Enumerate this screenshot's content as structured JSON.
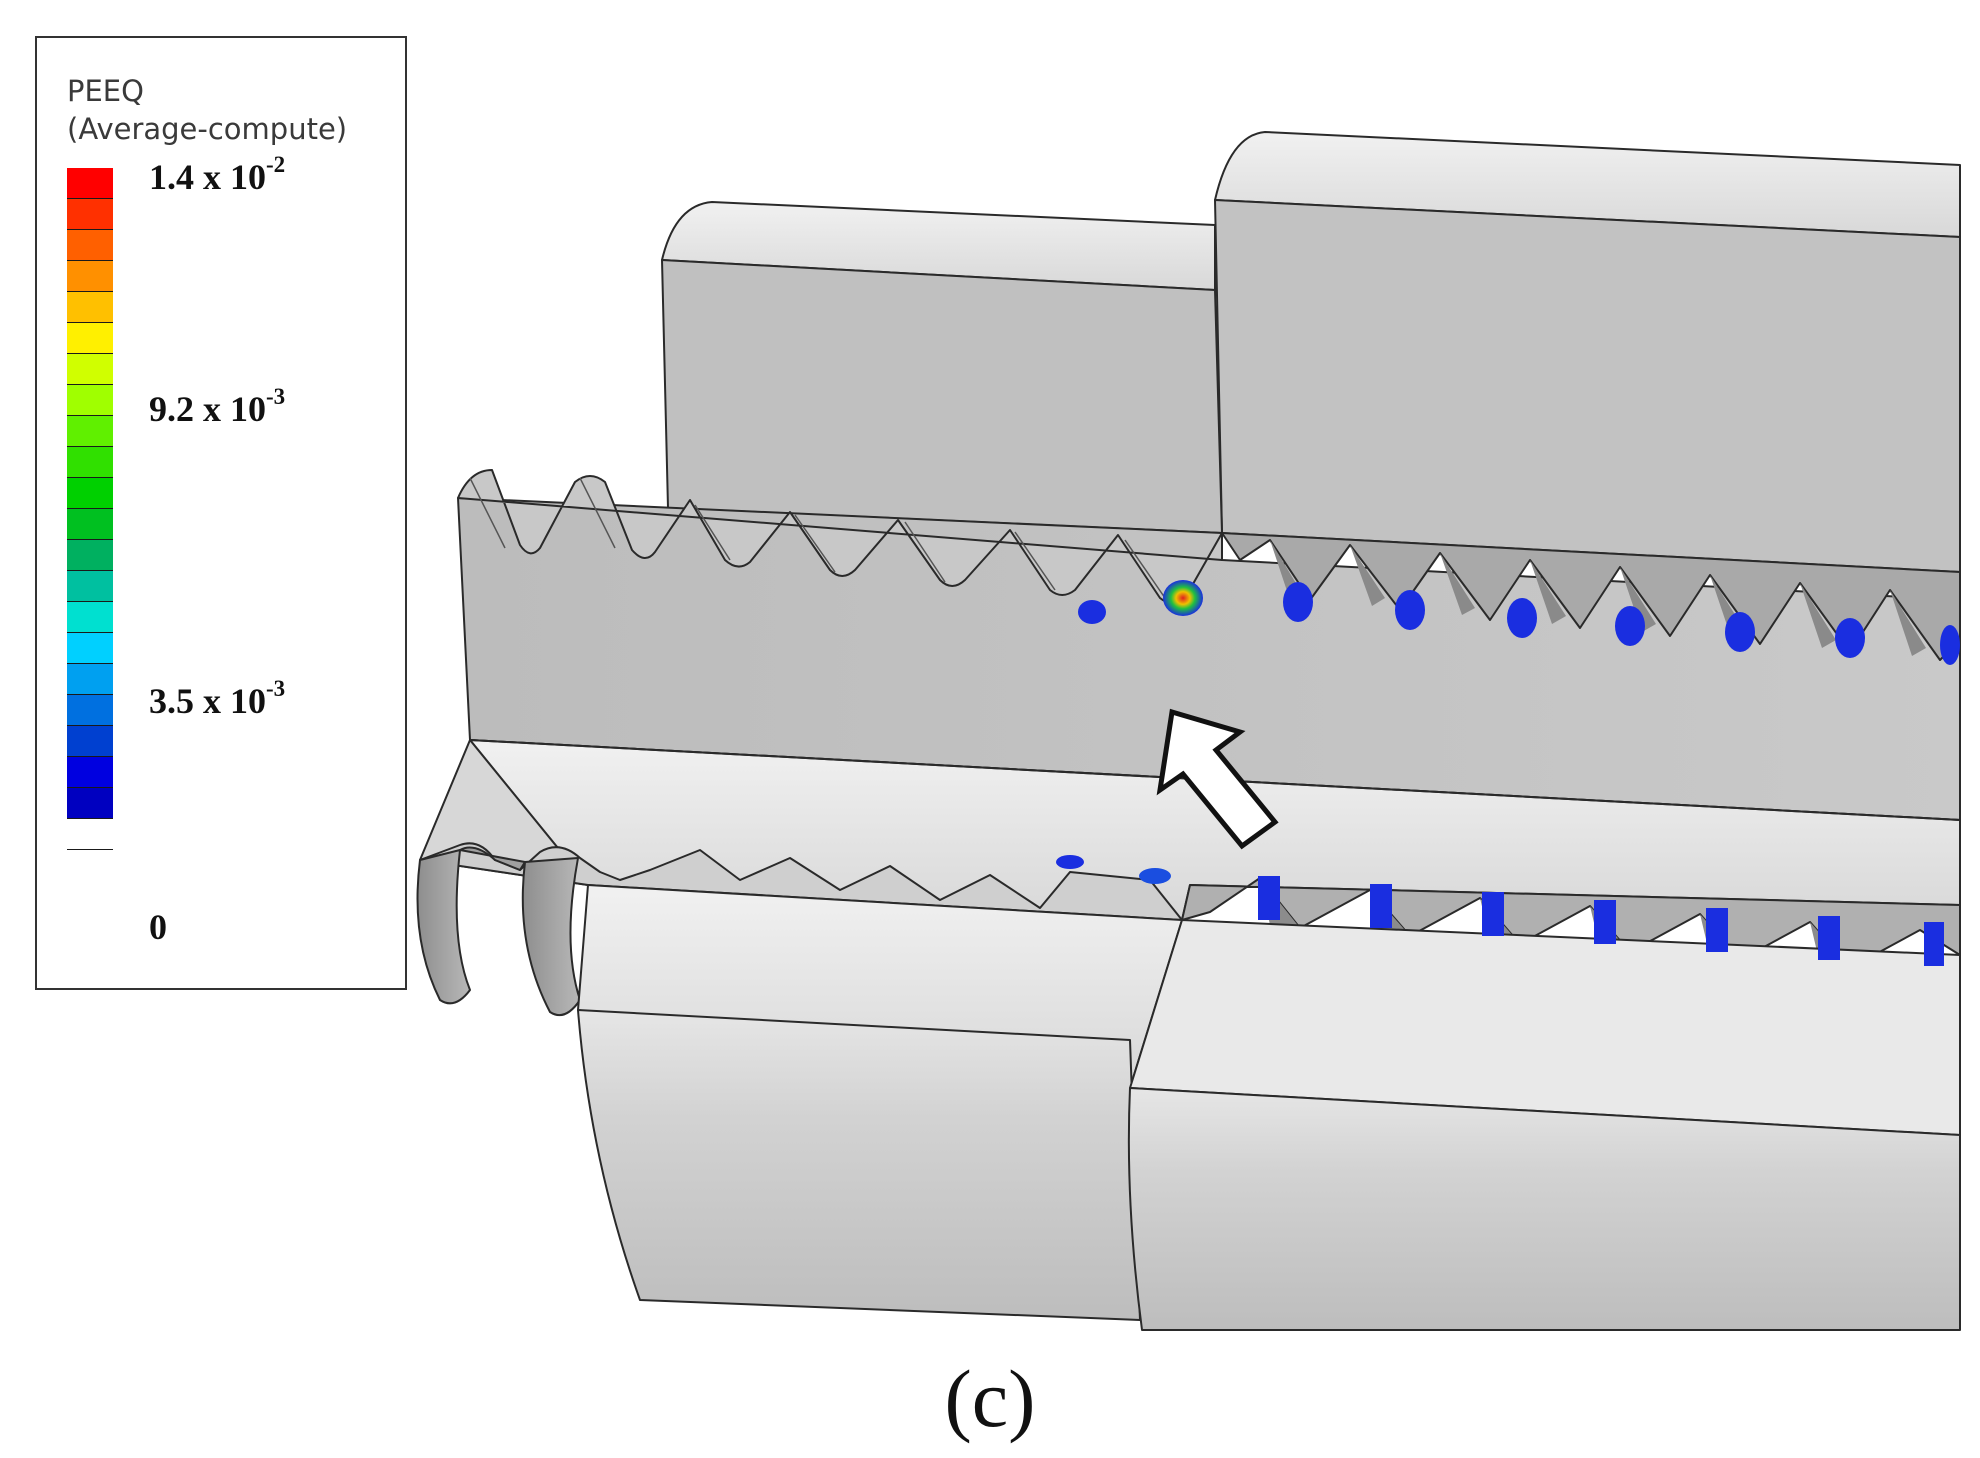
{
  "legend": {
    "title_line1": "PEEQ",
    "title_line2": "(Average-compute)",
    "labels": [
      {
        "base": "1.4 x 10",
        "exp": "-2"
      },
      {
        "base": "9.2 x 10",
        "exp": "-3"
      },
      {
        "base": "3.5 x 10",
        "exp": "-3"
      },
      {
        "base": "0",
        "exp": ""
      }
    ],
    "colors": [
      "#ff0000",
      "#ff3000",
      "#ff6000",
      "#ff9000",
      "#ffc000",
      "#fff000",
      "#d0ff00",
      "#a0ff00",
      "#60f000",
      "#30e000",
      "#00d000",
      "#00c020",
      "#00b060",
      "#00c0a0",
      "#00e0d0",
      "#00d0ff",
      "#00a0f0",
      "#0070e0",
      "#0040d0",
      "#0000e0",
      "#0000c0",
      "#ffffff"
    ]
  },
  "caption": "(c)",
  "colors": {
    "background": "#ffffff",
    "surface": "#c4c4c4",
    "top_face": "#e8e8e8",
    "edge": "#2a2a2a",
    "strain_low": "#1a2ee0",
    "strain_high": "#e02020"
  }
}
